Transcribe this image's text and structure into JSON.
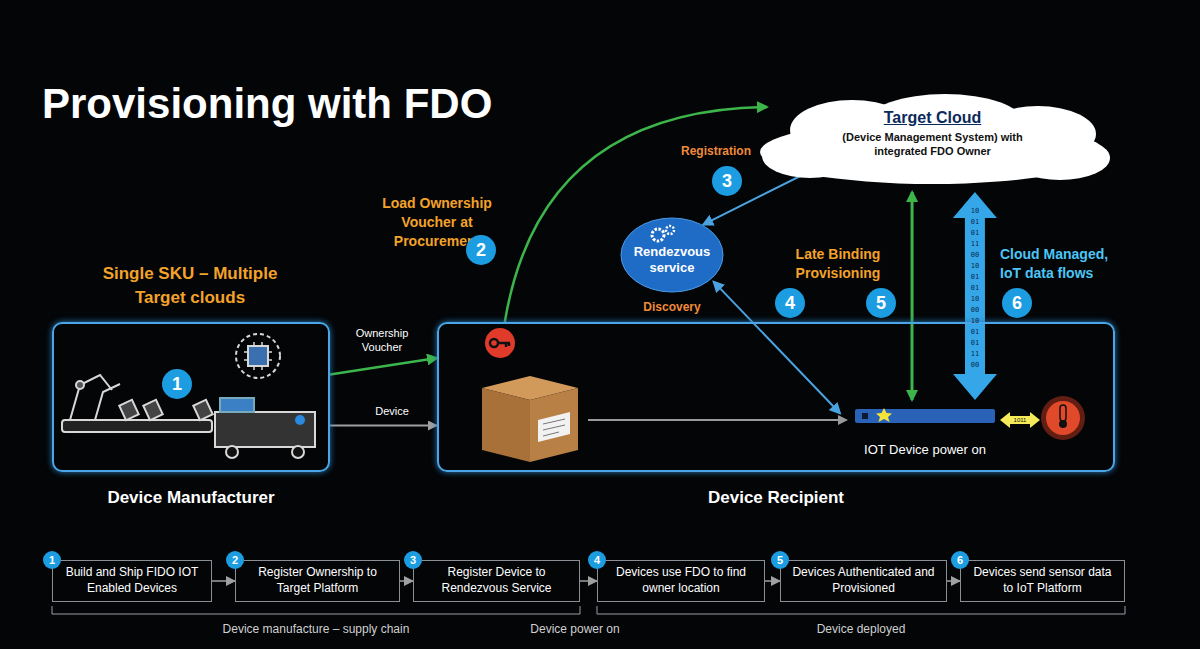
{
  "diagram": {
    "title": "Provisioning with FDO",
    "nodes": [
      {
        "text": [
          "Device Manufacturer"
        ]
      },
      {
        "text": [
          "Device Recipient"
        ]
      },
      {
        "text": [
          "Target Cloud",
          "(Device Management System) with integrated FDO Owner"
        ]
      },
      {
        "text": [
          "Rendezvous service"
        ]
      },
      {
        "text": [
          "IOT Device power on"
        ],
        "in": 1
      },
      {
        "text": [
          "Build and Ship FIDO IOT Enabled Devices"
        ]
      },
      {
        "text": [
          "Register Ownership to Target Platform"
        ]
      },
      {
        "text": [
          "Register Device to Rendezvous Service"
        ]
      },
      {
        "text": [
          "Devices use FDO to find owner location"
        ]
      },
      {
        "text": [
          "Devices Authenticated and Provisioned"
        ]
      },
      {
        "text": [
          "Devices send sensor data to IoT Platform"
        ]
      }
    ],
    "edges": [
      {
        "from": 0,
        "to": 1,
        "arrow": "to",
        "label": "Ownership Voucher"
      },
      {
        "from": 0,
        "to": 1,
        "arrow": "to",
        "label": "Device"
      },
      {
        "from": 1,
        "to": 2,
        "arrow": "to"
      },
      {
        "from": 2,
        "to": 3,
        "arrow": "to"
      },
      {
        "from": 3,
        "to": 4,
        "arrow": "both"
      },
      {
        "from": 2,
        "to": 4,
        "arrow": "both"
      },
      {
        "from": 2,
        "to": 4,
        "arrow": "both"
      },
      {
        "from": 5,
        "to": 6,
        "arrow": "to"
      },
      {
        "from": 6,
        "to": 7,
        "arrow": "to"
      },
      {
        "from": 7,
        "to": 8,
        "arrow": "to"
      },
      {
        "from": 8,
        "to": 9,
        "arrow": "to"
      },
      {
        "from": 9,
        "to": 10,
        "arrow": "to"
      }
    ],
    "labels": [
      "Single SKU – Multiple Target clouds",
      "1",
      "Load Ownership Voucher at Procurement",
      "2",
      "Registration",
      "3",
      "Discovery",
      "4",
      "Late Binding Provisioning",
      "5",
      "Cloud Managed, IoT data flows",
      "6",
      "10 01 01 11 00 10 01 01 10 00 10 01 01 11 00",
      "1011",
      "1",
      "2",
      "3",
      "4",
      "5",
      "6",
      "Device manufacture – supply chain",
      "Device power on",
      "Device deployed"
    ]
  }
}
